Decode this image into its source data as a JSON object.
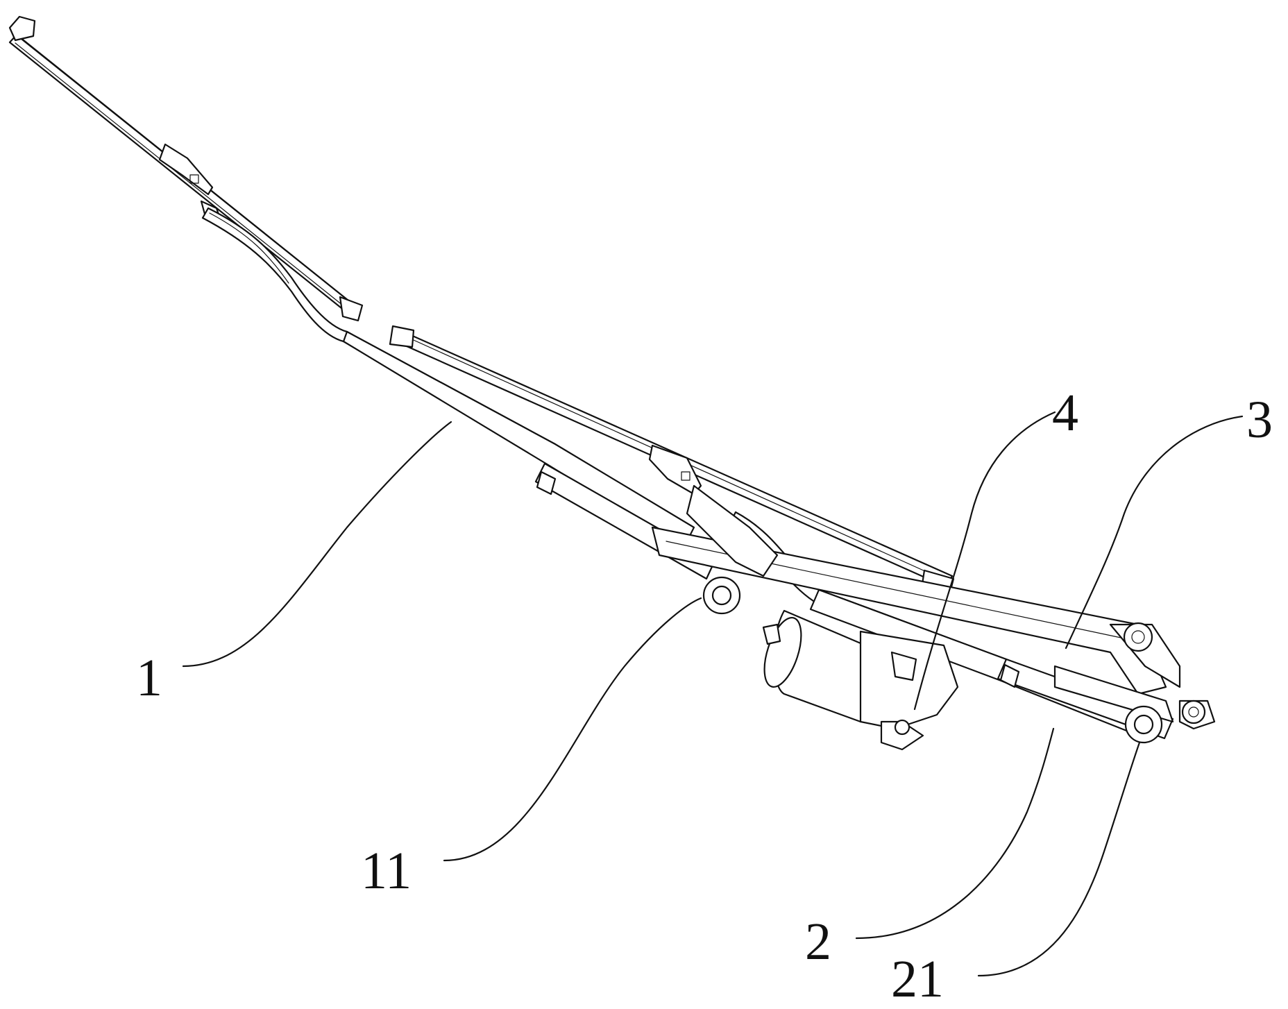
{
  "labels": {
    "l1": "1",
    "l11": "11",
    "l4": "4",
    "l3": "3",
    "l2": "2",
    "l21": "21"
  }
}
